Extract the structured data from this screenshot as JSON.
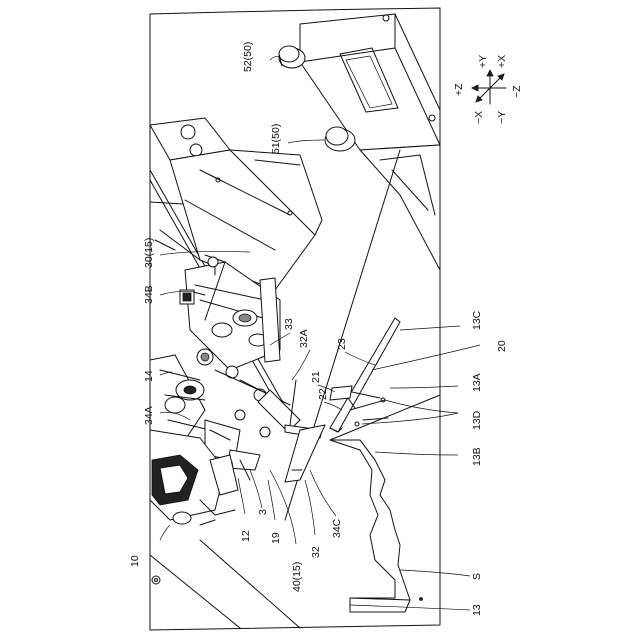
{
  "figure": {
    "reference_labels": [
      {
        "id": "l-52-50",
        "text": "52(50)"
      },
      {
        "id": "l-51-50",
        "text": "51(50)"
      },
      {
        "id": "l-30-15",
        "text": "30(15)"
      },
      {
        "id": "l-34b",
        "text": "34B"
      },
      {
        "id": "l-14",
        "text": "14"
      },
      {
        "id": "l-34a",
        "text": "34A"
      },
      {
        "id": "l-10",
        "text": "10"
      },
      {
        "id": "l-12",
        "text": "12"
      },
      {
        "id": "l-3",
        "text": "3"
      },
      {
        "id": "l-19",
        "text": "19"
      },
      {
        "id": "l-40-15",
        "text": "40(15)"
      },
      {
        "id": "l-32",
        "text": "32"
      },
      {
        "id": "l-34c",
        "text": "34C"
      },
      {
        "id": "l-33",
        "text": "33"
      },
      {
        "id": "l-32a",
        "text": "32A"
      },
      {
        "id": "l-21",
        "text": "21"
      },
      {
        "id": "l-22",
        "text": "22"
      },
      {
        "id": "l-23",
        "text": "23"
      },
      {
        "id": "l-13c",
        "text": "13C"
      },
      {
        "id": "l-20",
        "text": "20"
      },
      {
        "id": "l-13a",
        "text": "13A"
      },
      {
        "id": "l-13d",
        "text": "13D"
      },
      {
        "id": "l-13b",
        "text": "13B"
      },
      {
        "id": "l-s",
        "text": "S"
      },
      {
        "id": "l-13",
        "text": "13"
      }
    ],
    "axes": {
      "plus_z": "+Z",
      "plus_y": "+Y",
      "plus_x": "+X",
      "minus_x": "−X",
      "minus_y": "−Y",
      "minus_z": "−Z"
    }
  }
}
